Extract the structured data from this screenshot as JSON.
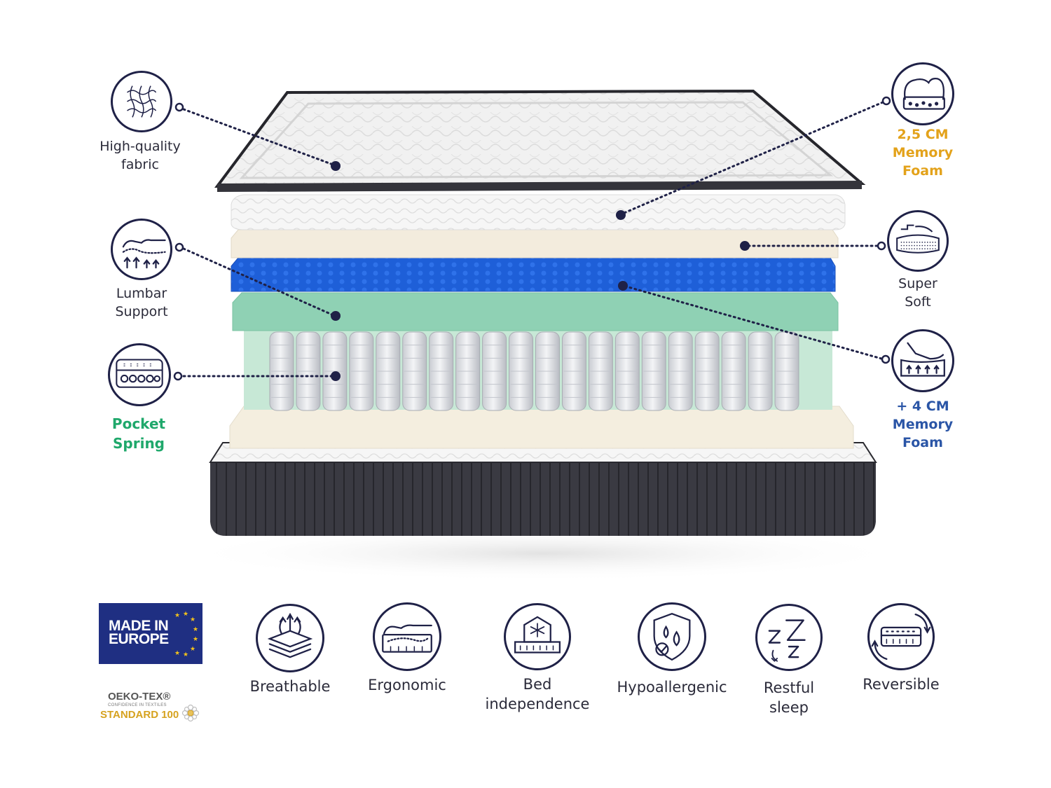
{
  "callouts": {
    "fabric": "High-quality\nfabric",
    "lumbar": "Lumbar\nSupport",
    "pocket": "Pocket\nSpring",
    "memory_top": "2,5 CM\nMemory\nFoam",
    "super_soft": "Super\nSoft",
    "memory_plus": "+ 4 CM\nMemory\nFoam"
  },
  "features": [
    {
      "label": "Breathable",
      "icon": "breathable-icon"
    },
    {
      "label": "Ergonomic",
      "icon": "ergonomic-icon"
    },
    {
      "label": "Bed\nindependence",
      "icon": "bed-independence-icon"
    },
    {
      "label": "Hypoallergenic",
      "icon": "hypoallergenic-icon"
    },
    {
      "label": "Restful\nsleep",
      "icon": "restful-sleep-icon"
    },
    {
      "label": "Reversible",
      "icon": "reversible-icon"
    }
  ],
  "badges": {
    "made_in": "MADE IN\nEUROPE",
    "oeko_line1": "OEKO-TEX®",
    "oeko_line2": "CONFIDENCE IN TEXTILES",
    "oeko_line3": "STANDARD 100"
  },
  "colors": {
    "navy": "#1f2147",
    "orange": "#e3a21a",
    "green": "#1fa86b",
    "blue": "#2a55a6",
    "blue_foam": "#1f5fd6",
    "mint_foam": "#8fd1b4",
    "cream_foam": "#f3ecdd"
  }
}
